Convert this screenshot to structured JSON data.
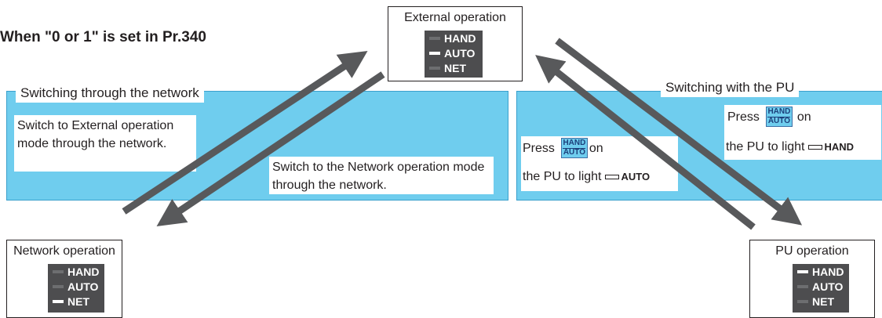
{
  "title": "When \"0 or 1\" is set in Pr.340",
  "panels": {
    "network": {
      "label": "Switching through the network"
    },
    "pu": {
      "label": "Switching with the PU"
    }
  },
  "notes": {
    "to_external": "Switch to External operation mode through the network.",
    "to_network": "Switch to the Network operation mode through the network.",
    "press": "Press",
    "on": "on",
    "pu_light_prefix": "the PU to light",
    "pu_auto_indicator": "AUTO",
    "pu_hand_indicator": "HAND"
  },
  "key": {
    "top": "HAND",
    "bottom": "AUTO"
  },
  "modes": {
    "external": {
      "name": "External operation",
      "leds": [
        {
          "label": "HAND",
          "on": false
        },
        {
          "label": "AUTO",
          "on": true
        },
        {
          "label": "NET",
          "on": false
        }
      ]
    },
    "network": {
      "name": "Network operation",
      "leds": [
        {
          "label": "HAND",
          "on": false
        },
        {
          "label": "AUTO",
          "on": false
        },
        {
          "label": "NET",
          "on": true
        }
      ]
    },
    "pu": {
      "name": "PU operation",
      "leds": [
        {
          "label": "HAND",
          "on": true
        },
        {
          "label": "AUTO",
          "on": false
        },
        {
          "label": "NET",
          "on": false
        }
      ]
    }
  },
  "colors": {
    "panel": "#6fcdee",
    "arrow": "#58595b",
    "led_panel": "#4d4d4f"
  }
}
